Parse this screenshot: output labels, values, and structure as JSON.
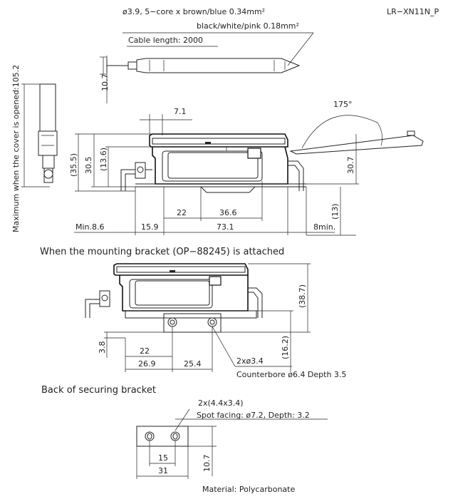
{
  "model": "LR−XN11N_P",
  "cable": {
    "spec_line1": "ø3.9, 5−core x brown/blue 0.34mm²",
    "spec_line2": "black/white/pink 0.18mm²",
    "length": "Cable length: 2000"
  },
  "main_view": {
    "side_label": "Maximum when the cover is opened:105.2",
    "dims": {
      "cable_height": "10.7",
      "top_offset": "7.1",
      "angle": "175°",
      "h_35_5": "(35.5)",
      "h_30_5": "30.5",
      "h_13_6": "(13.6)",
      "h_30_7": "30.7",
      "h_13": "(13)",
      "w_22": "22",
      "w_36_6": "36.6",
      "min_left": "Min.8.6",
      "w_15_9": "15.9",
      "w_73_1": "73.1",
      "min_right": "8min."
    }
  },
  "bracket_view": {
    "caption": "When the mounting bracket (OP−88245) is attached",
    "dims": {
      "h_38_7": "(38.7)",
      "h_16_2": "(16.2)",
      "h_3_8": "3.8",
      "w_22": "22",
      "w_26_9": "26.9",
      "w_25_4": "25.4",
      "holes": "2xø3.4",
      "counterbore": "Counterbore ø6.4 Depth 3.5"
    }
  },
  "back_view": {
    "caption": "Back of securing bracket",
    "holes": "2x(4.4x3.4)",
    "spot": "Spot facing: ø7.2, Depth: 3.2",
    "dims": {
      "w_15": "15",
      "w_31": "31",
      "h_10_7": "10.7"
    }
  },
  "material": "Material: Polycarbonate"
}
